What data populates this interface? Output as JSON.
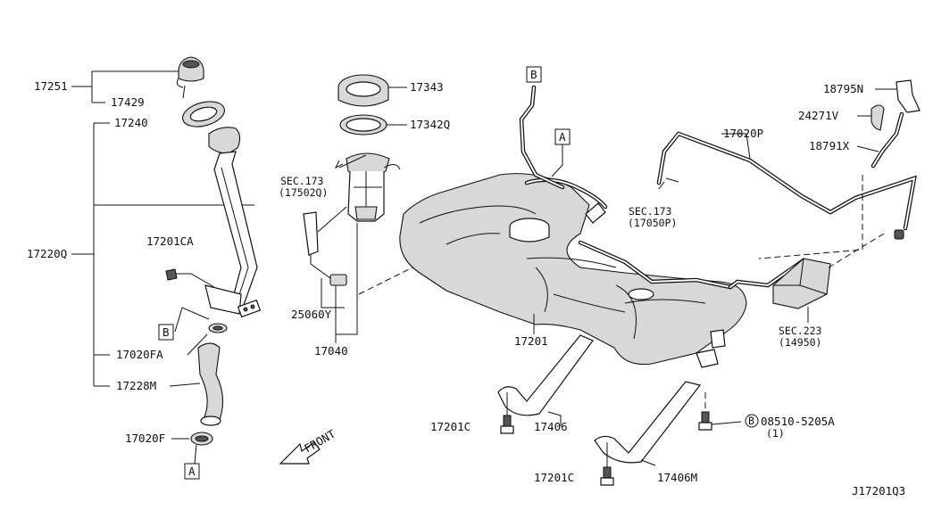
{
  "diagram_id": "J17201Q3",
  "front_label": "FRONT",
  "callouts": {
    "c17251": "17251",
    "c17429": "17429",
    "c17240": "17240",
    "c17220Q": "17220Q",
    "c17201CA": "17201CA",
    "c17020FA": "17020FA",
    "c17228M": "17228M",
    "c17020F": "17020F",
    "c17343": "17343",
    "c17342Q": "17342Q",
    "c25060Y": "25060Y",
    "c17040": "17040",
    "c17201": "17201",
    "c17201C_a": "17201C",
    "c17201C_b": "17201C",
    "c17406": "17406",
    "c17406M": "17406M",
    "c17020P": "17020P",
    "c18795N": "18795N",
    "c24271V": "24271V",
    "c18791X": "18791X",
    "c08510": "08510-5205A",
    "c08510_qty": "(1)",
    "c08510_prefix": "B"
  },
  "sec_refs": {
    "sec173_a": "SEC.173",
    "sec173_a_sub": "(17502Q)",
    "sec173_b": "SEC.173",
    "sec173_b_sub": "(17050P)",
    "sec223": "SEC.223",
    "sec223_sub": "(14950)"
  },
  "connectors": {
    "A_bottom": "A",
    "A_top": "A",
    "B_left": "B",
    "B_top": "B"
  }
}
